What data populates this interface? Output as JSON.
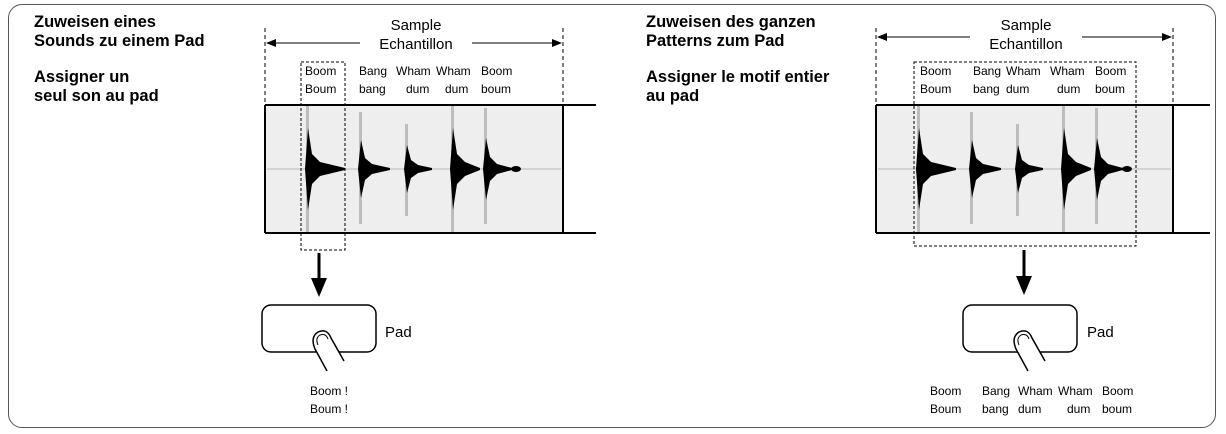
{
  "left_panel": {
    "heading_de": "Zuweisen eines\nSounds zu einem Pad",
    "heading_fr": "Assigner un\nseul son au pad",
    "sample_label_1": "Sample",
    "sample_label_2": "Echantillon",
    "hits": [
      {
        "line1": "Boom",
        "line2": "Boum"
      },
      {
        "line1": "Bang",
        "line2": "bang"
      },
      {
        "line1": "Wham",
        "line2": "dum"
      },
      {
        "line1": "Wham",
        "line2": "dum"
      },
      {
        "line1": "Boom",
        "line2": "boum"
      }
    ],
    "pad_label": "Pad",
    "result": {
      "line1": "Boom !",
      "line2": "Boum !"
    }
  },
  "right_panel": {
    "heading_de": "Zuweisen des ganzen\nPatterns zum Pad",
    "heading_fr": "Assigner le motif entier\nau pad",
    "sample_label_1": "Sample",
    "sample_label_2": "Echantillon",
    "hits": [
      {
        "line1": "Boom",
        "line2": "Boum"
      },
      {
        "line1": "Bang",
        "line2": "bang"
      },
      {
        "line1": "Wham",
        "line2": "dum"
      },
      {
        "line1": "Wham",
        "line2": "dum"
      },
      {
        "line1": "Boom",
        "line2": "boum"
      }
    ],
    "pad_label": "Pad",
    "result": [
      {
        "line1": "Boom",
        "line2": "Boum"
      },
      {
        "line1": "Bang",
        "line2": "bang"
      },
      {
        "line1": "Wham",
        "line2": "dum"
      },
      {
        "line1": "Wham",
        "line2": "dum"
      },
      {
        "line1": "Boom",
        "line2": "boum"
      }
    ]
  },
  "colors": {
    "waveform_bg": "#eeeeee",
    "ink": "#000000",
    "grid": "#c8c8c8"
  }
}
